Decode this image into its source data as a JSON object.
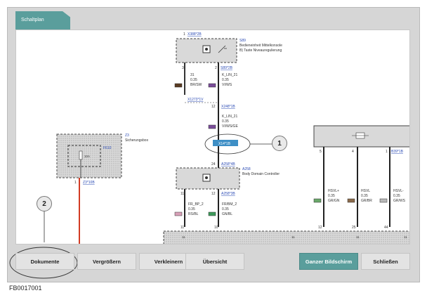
{
  "tab": {
    "title": "Schaltplan"
  },
  "diagram": {
    "top_module": {
      "connector_ref": "X388*2B",
      "pin_marker": "1",
      "id": "S89",
      "name": "Bedieneinheit Mittelkonsole",
      "subname": "B) Taste Niveauregulierung",
      "pin_left": "3",
      "pin_right": "2",
      "pin_right_ref": "S89*2B"
    },
    "wire_left": {
      "signal": "31",
      "gauge": "0.35",
      "color": "BR/SW"
    },
    "wire_mid_top": {
      "signal": "K_LIN_21",
      "gauge": "0.35",
      "color": "VI/WS"
    },
    "connector_1": {
      "ref": "X1273*1V",
      "pin": "12",
      "ref2": "X248*1B"
    },
    "wire_mid_2": {
      "signal": "K_LIN_21",
      "gauge": "0.35",
      "color": "VI/WS/GE"
    },
    "highlight": {
      "ref": "X14*1B"
    },
    "fuse_box": {
      "id": "Z3",
      "name": "Sicherungsbox",
      "fuse": "F610",
      "rating": "10A",
      "pin": "1",
      "pin_ref": "Z3*10B"
    },
    "bdc": {
      "id": "A258",
      "name": "Body Domain Controller",
      "top_pin": "24",
      "top_ref": "A258*4B",
      "pin_left": "11",
      "pin_right": "12",
      "pin_right_ref": "A258*3B"
    },
    "bdc_wire_left": {
      "signal": "FR_BP_2",
      "gauge": "0.35",
      "color": "RS/BL"
    },
    "bdc_wire_right": {
      "signal": "FR/BM_2",
      "gauge": "0.35",
      "color": "GN/BL"
    },
    "right_module": {
      "pin_a": "5",
      "pin_b": "4",
      "pin_c": "1",
      "pin_c_ref": "B39*1B"
    },
    "hsvl_wires": [
      {
        "signal": "HSVL+",
        "gauge": "0.35",
        "color": "GR/GN"
      },
      {
        "signal": "HSVL",
        "gauge": "0.35",
        "color": "GR/BR"
      },
      {
        "signal": "HSVL-",
        "gauge": "0.35",
        "color": "GR/WS"
      }
    ],
    "bus_pins": [
      "11",
      "10",
      "11",
      "12",
      "25",
      "44"
    ],
    "bus_labels": [
      "11",
      "11",
      "11",
      "11"
    ]
  },
  "callouts": [
    "1",
    "2"
  ],
  "buttons": {
    "dokumente": "Dokumente",
    "vergroessern": "Vergrößern",
    "verkleinern": "Verkleinern",
    "uebersicht": "Übersicht",
    "ganzer_bildschirm": "Ganzer Bildschirm",
    "schliessen": "Schließen"
  },
  "image_code": "FB0017001",
  "colors": {
    "teal": "#5a9e9c",
    "wire_red": "#d23b24",
    "link_blue": "#2b4bb5"
  }
}
